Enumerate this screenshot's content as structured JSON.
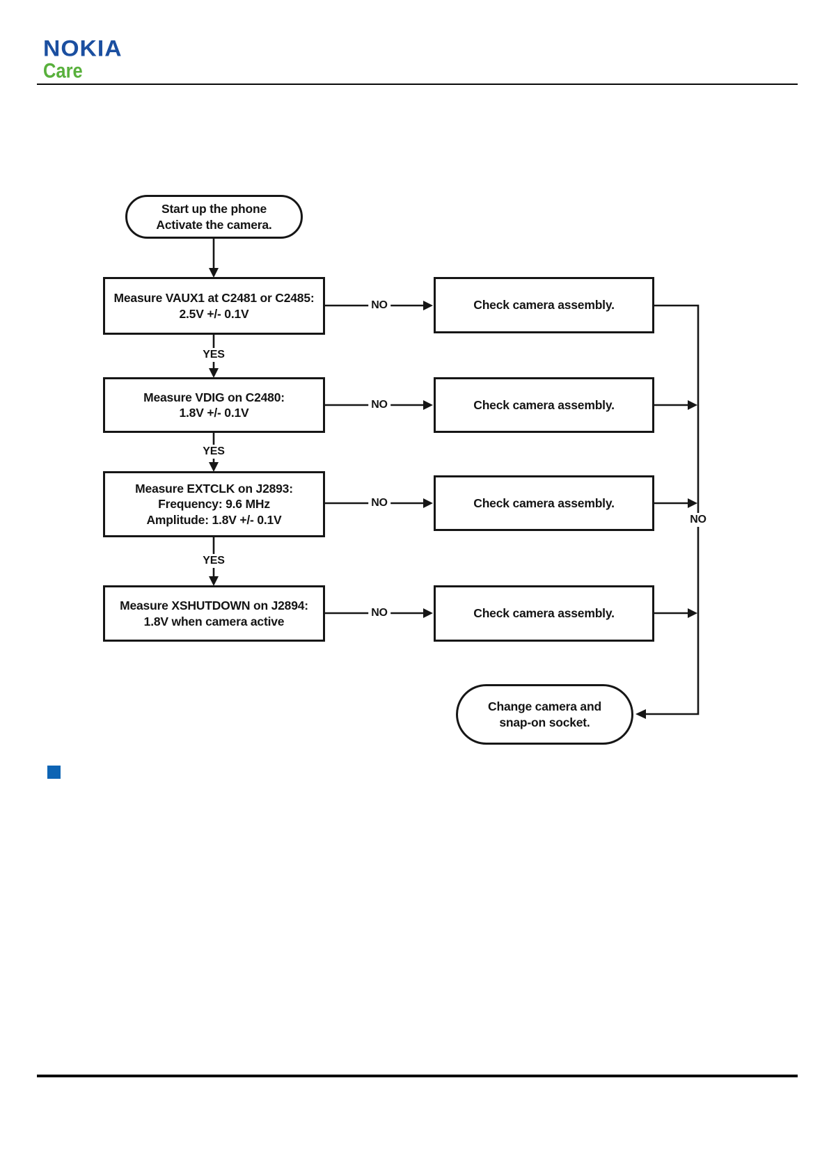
{
  "brand": {
    "name": "NOKIA",
    "sub": "Care"
  },
  "colors": {
    "nokia_blue": "#1B4FA0",
    "care_green": "#58B03C",
    "diagram_line": "#161616",
    "marker_blue": "#0D64B4"
  },
  "flowchart": {
    "start": {
      "lines": [
        "Start up the phone",
        "Activate the camera."
      ]
    },
    "steps": [
      {
        "lines": [
          "Measure VAUX1 at C2481 or C2485:",
          "2.5V +/- 0.1V"
        ]
      },
      {
        "lines": [
          "Measure VDIG on C2480:",
          "1.8V +/- 0.1V"
        ]
      },
      {
        "lines": [
          "Measure EXTCLK on J2893:",
          "Frequency: 9.6 MHz",
          "Amplitude: 1.8V +/- 0.1V"
        ]
      },
      {
        "lines": [
          "Measure XSHUTDOWN on J2894:",
          "1.8V when camera active"
        ]
      }
    ],
    "checks": [
      "Check camera assembly.",
      "Check camera assembly.",
      "Check camera assembly.",
      "Check camera assembly."
    ],
    "end": {
      "lines": [
        "Change camera and",
        "snap-on socket."
      ]
    },
    "edges": [
      {
        "from": "start",
        "to": "step-1",
        "label": ""
      },
      {
        "from": "step-1",
        "to": "step-2",
        "label": "YES"
      },
      {
        "from": "step-2",
        "to": "step-3",
        "label": "YES"
      },
      {
        "from": "step-3",
        "to": "step-4",
        "label": "YES"
      },
      {
        "from": "step-1",
        "to": "check-1",
        "label": "NO"
      },
      {
        "from": "step-2",
        "to": "check-2",
        "label": "NO"
      },
      {
        "from": "step-3",
        "to": "check-3",
        "label": "NO"
      },
      {
        "from": "step-4",
        "to": "check-4",
        "label": "NO"
      },
      {
        "from": "checks",
        "to": "end",
        "label": "NO"
      }
    ]
  }
}
